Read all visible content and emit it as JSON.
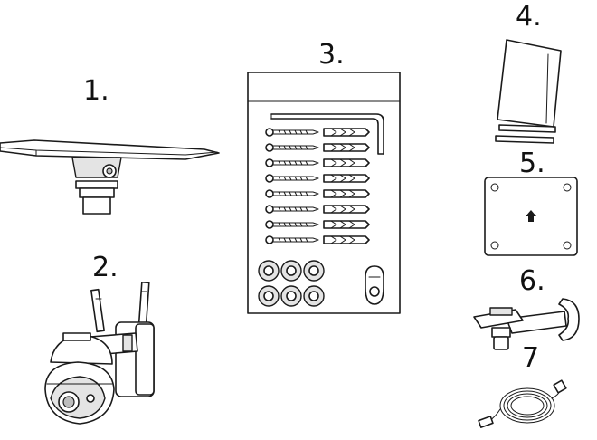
{
  "items": [
    {
      "id": "solar-panel",
      "number": "1."
    },
    {
      "id": "camera",
      "number": "2."
    },
    {
      "id": "accessory-pack",
      "number": "3."
    },
    {
      "id": "manual",
      "number": "4."
    },
    {
      "id": "mounting-template",
      "number": "5."
    },
    {
      "id": "wall-bracket",
      "number": "6."
    },
    {
      "id": "cable",
      "number": "7"
    }
  ],
  "colors": {
    "line": "#1a1a1a",
    "shade": "#e4e4e4",
    "background": "#ffffff"
  }
}
